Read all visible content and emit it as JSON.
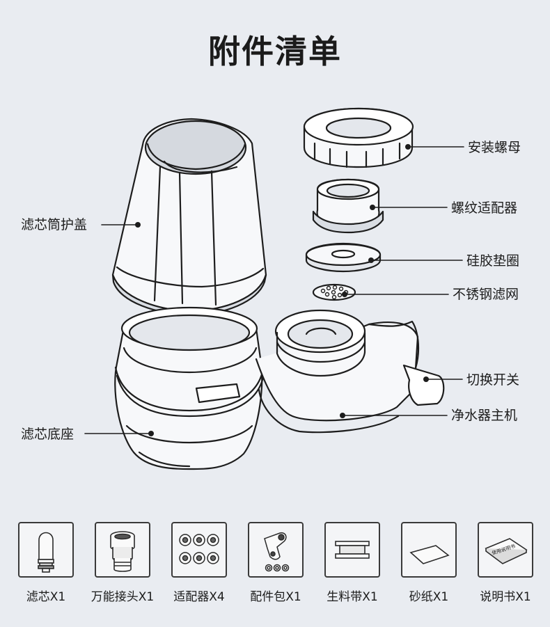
{
  "title": "附件清单",
  "parts": {
    "mounting_nut": "安装螺母",
    "thread_adapter": "螺纹适配器",
    "silicone_gasket": "硅胶垫圈",
    "steel_filter_mesh": "不锈钢滤网",
    "filter_cover": "滤芯筒护盖",
    "switch": "切换开关",
    "main_unit": "净水器主机",
    "filter_base": "滤芯底座"
  },
  "accessories": [
    {
      "label": "滤芯X1",
      "icon": "filter-cartridge-icon"
    },
    {
      "label": "万能接头X1",
      "icon": "universal-connector-icon"
    },
    {
      "label": "适配器X4",
      "icon": "adapters-icon"
    },
    {
      "label": "配件包X1",
      "icon": "parts-pack-icon"
    },
    {
      "label": "生料带X1",
      "icon": "ptfe-tape-icon"
    },
    {
      "label": "砂纸X1",
      "icon": "sandpaper-icon"
    },
    {
      "label": "说明书X1",
      "icon": "manual-icon"
    }
  ],
  "manual_cover_text": "使用说明书"
}
